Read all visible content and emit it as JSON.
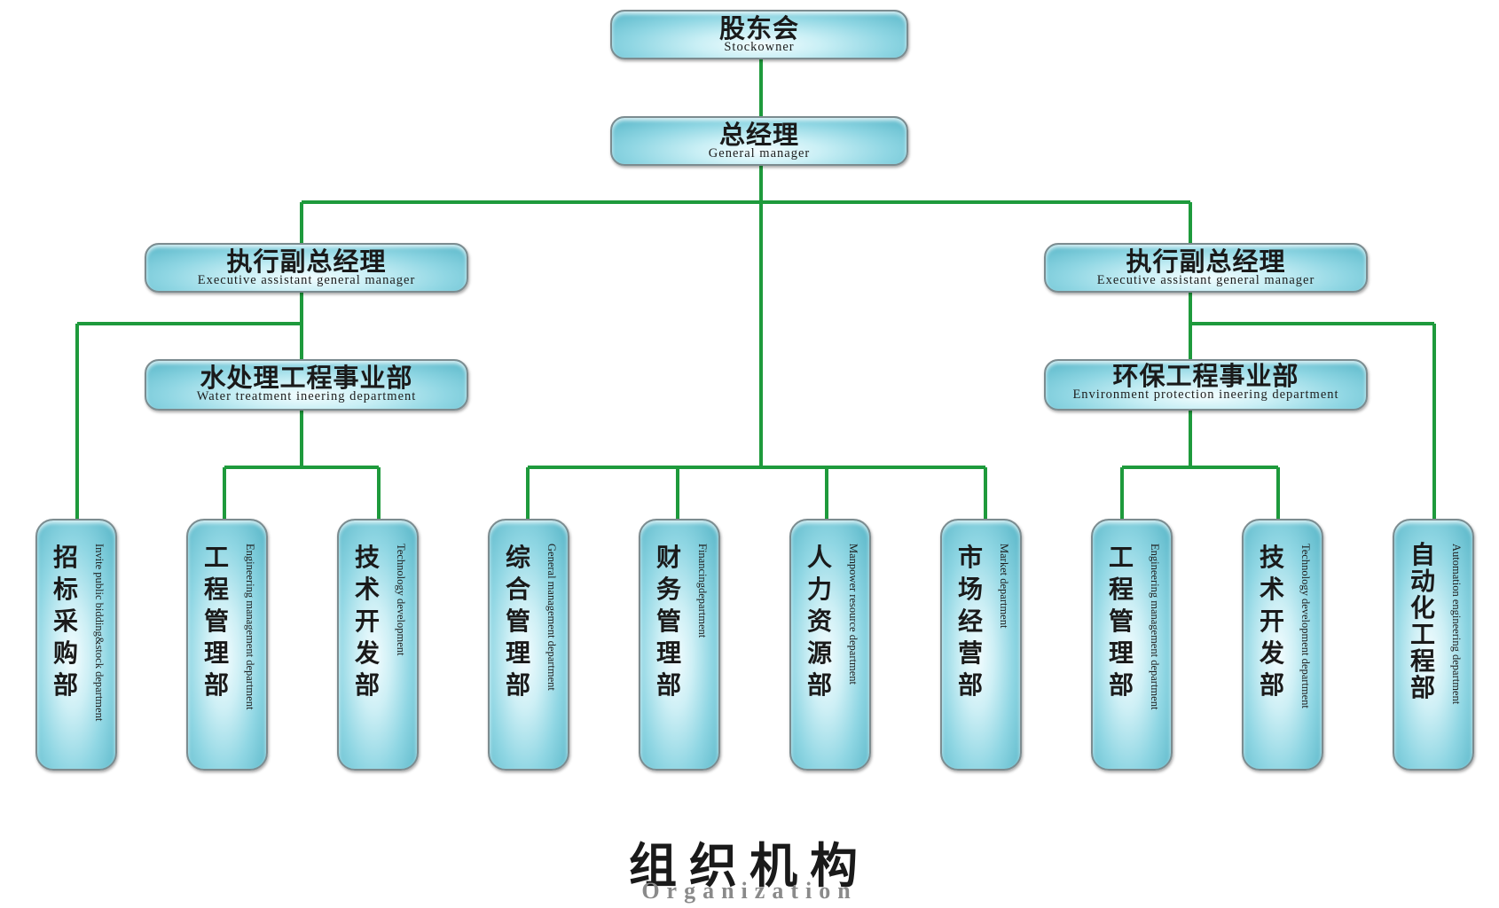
{
  "colors": {
    "connector": "#1e9a3c",
    "box_fill": "#8fd6e3",
    "box_border": "#7c8c90"
  },
  "top": {
    "stockowner": {
      "zh": "股东会",
      "en": "Stockowner"
    },
    "gm": {
      "zh": "总经理",
      "en": "General manager"
    }
  },
  "left_branch": {
    "vp": {
      "zh": "执行副总经理",
      "en": "Executive assistant  general manager"
    },
    "division": {
      "zh": "水处理工程事业部",
      "en": "Water treatment ineering department"
    }
  },
  "right_branch": {
    "vp": {
      "zh": "执行副总经理",
      "en": "Executive assistant  general manager"
    },
    "division": {
      "zh": "环保工程事业部",
      "en": "Environment protection ineering department"
    }
  },
  "departments": [
    {
      "zh": "招标采购部",
      "en": "Invite public bidding&stock department"
    },
    {
      "zh": "工程管理部",
      "en": "Engineering management department"
    },
    {
      "zh": "技术开发部",
      "en": "Technology development"
    },
    {
      "zh": "综合管理部",
      "en": "General management department"
    },
    {
      "zh": "财务管理部",
      "en": "Financingdepartment"
    },
    {
      "zh": "人力资源部",
      "en": "Manpower resource department"
    },
    {
      "zh": "市场经营部",
      "en": "Market department"
    },
    {
      "zh": "工程管理部",
      "en": "Engineering management department"
    },
    {
      "zh": "技术开发部",
      "en": "Technology development department"
    },
    {
      "zh": "自动化工程部",
      "en": "Automation engineering department"
    }
  ],
  "footer": {
    "title_zh": "组织机构",
    "title_en": "Organization"
  }
}
